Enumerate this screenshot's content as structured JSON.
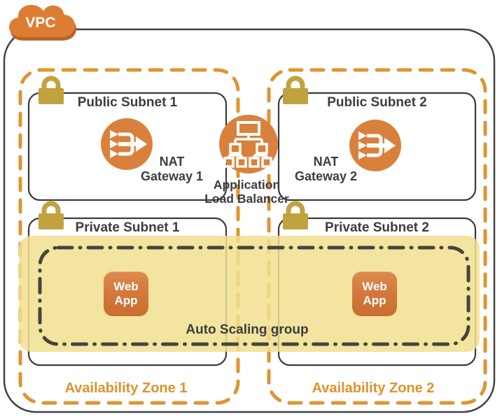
{
  "diagram": {
    "vpc": {
      "label": "VPC"
    },
    "public_subnets": [
      {
        "title": "Public Subnet 1",
        "nat_line1": "NAT",
        "nat_line2": "Gateway 1"
      },
      {
        "title": "Public Subnet 2",
        "nat_line1": "NAT",
        "nat_line2": "Gateway 2"
      }
    ],
    "private_subnets": [
      {
        "title": "Private Subnet 1",
        "app_line1": "Web",
        "app_line2": "App"
      },
      {
        "title": "Private Subnet 2",
        "app_line1": "Web",
        "app_line2": "App"
      }
    ],
    "load_balancer": {
      "line1": "Application",
      "line2": "Load Balancer"
    },
    "auto_scaling": {
      "label": "Auto Scaling group"
    },
    "availability_zones": [
      {
        "label": "Availability Zone 1"
      },
      {
        "label": "Availability Zone 2"
      }
    ],
    "icons": {
      "cloud": "vpc-cloud-icon",
      "lock": "lock-icon",
      "nat": "nat-gateway-icon",
      "alb": "load-balancer-icon",
      "webapp": "web-app-icon"
    },
    "colors": {
      "icon_orange": "#D9813C",
      "az_border_orange": "#E0942F",
      "az_text_orange": "#E0922D",
      "auto_scaling_fill": "#F1DF8E",
      "dash_dot_border": "#45453D",
      "vpc_border": "#434343",
      "dark_text": "#3D3D3D",
      "lock_gold": "#C0A33E",
      "web_app_orange": "#D4793D"
    }
  }
}
